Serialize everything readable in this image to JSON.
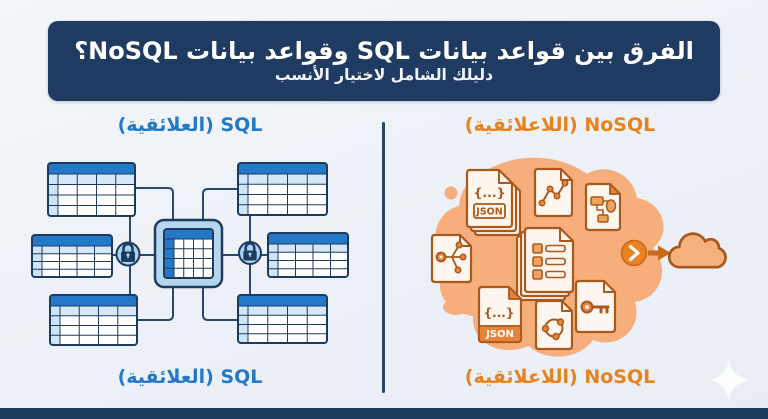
{
  "header": {
    "title": "الفرق بين قواعد بيانات SQL وقواعد بيانات NoSQL؟",
    "subtitle": "دليلك الشامل لاختيار الأنسب"
  },
  "sql_section": {
    "label_top": "SQL (العلائقية)",
    "label_bottom": "SQL (العلائقية)",
    "accent_color": "#2478c8",
    "icons": [
      "table-icon",
      "lock-icon",
      "primary-table-card"
    ]
  },
  "nosql_section": {
    "label_top": "NoSQL (اللاعلائقية)",
    "label_bottom": "NoSQL (اللاعلائقية)",
    "accent_color": "#e8821c",
    "json_badge": "JSON",
    "braces_glyph": "{...}",
    "icons": [
      "json-file-stack-icon",
      "chart-document-icon",
      "flowchart-document-icon",
      "key-branch-document-icon",
      "list-document-stack-icon",
      "json-file-icon",
      "network-document-icon",
      "key-document-icon",
      "chevron-circle-icon",
      "arrow-icon",
      "cloud-icon"
    ]
  },
  "colors": {
    "banner_bg": "#1f3b61",
    "background": "#eef2f8",
    "navy": "#1e3a5f",
    "sql_blue": "#2478c8",
    "sql_light_blue": "#cfe4f5",
    "nosql_orange": "#e8821c",
    "blob_orange": "#f5ae7c",
    "icon_stroke": "#a9591b"
  }
}
